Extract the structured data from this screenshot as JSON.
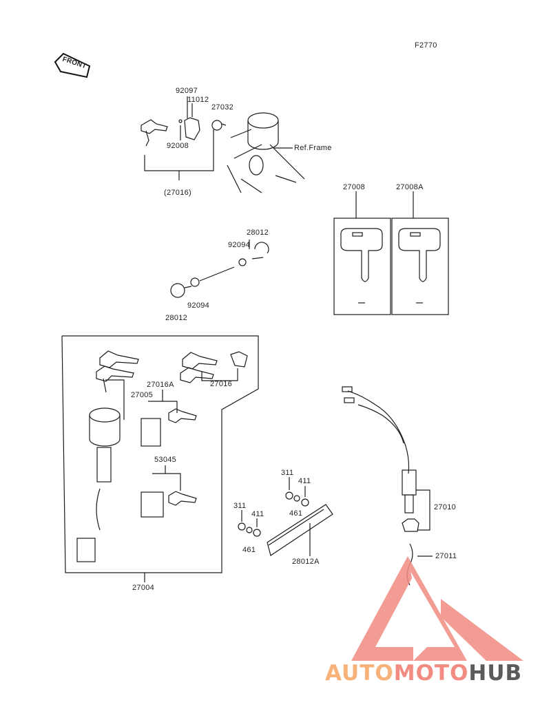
{
  "figure_code": "F2770",
  "front_label": "FRONT",
  "ref_frame": "Ref.Frame",
  "parts": {
    "p92097": "92097",
    "p11012": "11012",
    "p27032": "27032",
    "p92008": "92008",
    "p27016_group": "(27016)",
    "p27008": "27008",
    "p27008A": "27008A",
    "p28012_top": "28012",
    "p92094_top": "92094",
    "p92094_bottom": "92094",
    "p28012_bottom": "28012",
    "p27016A": "27016A",
    "p27016": "27016",
    "p27005": "27005",
    "p53045": "53045",
    "p27004": "27004",
    "p311_a": "311",
    "p411_a": "411",
    "p461_a": "461",
    "p311_b": "311",
    "p411_b": "411",
    "p461_b": "461",
    "p28012A": "28012A",
    "p27010": "27010",
    "p27011": "27011"
  },
  "watermark": {
    "part1": "AUTO",
    "part2": "MOTO",
    "part3": "HUB",
    "colors": {
      "auto": "#f7b27a",
      "moto": "#f28b82",
      "hub": "#5b5b5b",
      "logo": "#f28b82"
    }
  }
}
